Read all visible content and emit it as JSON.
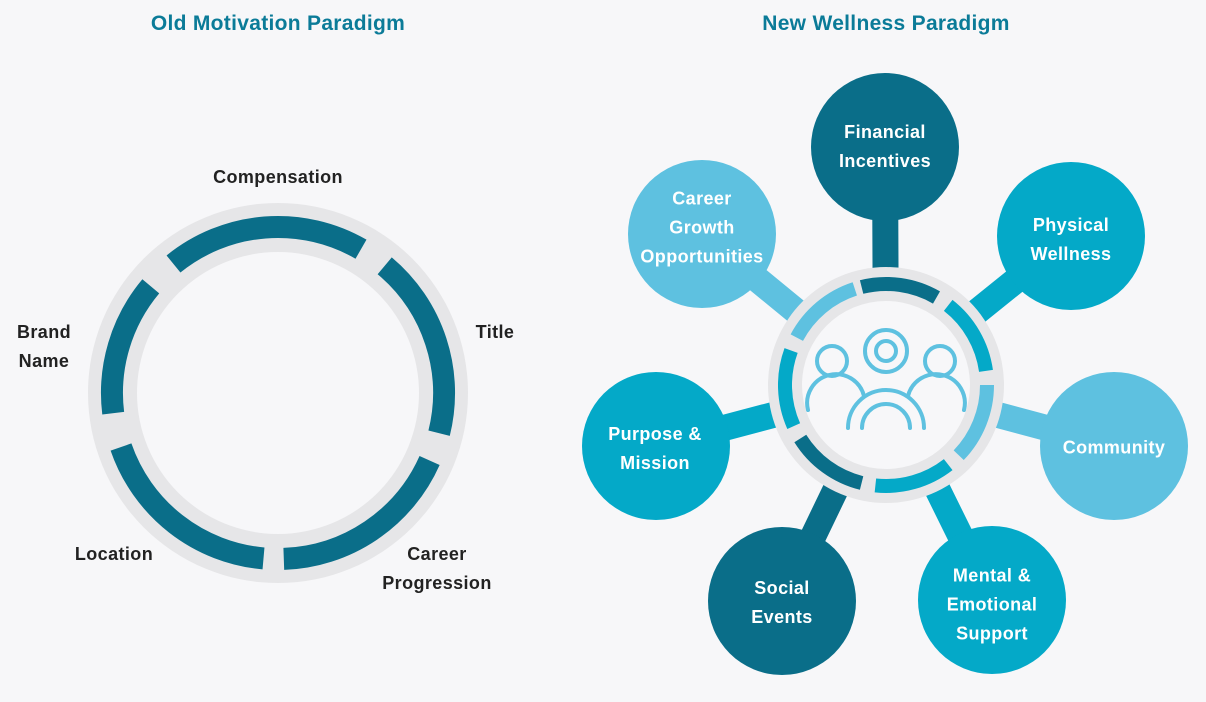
{
  "old_paradigm": {
    "title": "Old Motivation Paradigm",
    "labels": {
      "compensation": [
        "Compensation"
      ],
      "title": [
        "Title"
      ],
      "career_progression": [
        "Career",
        "Progression"
      ],
      "location": [
        "Location"
      ],
      "brand_name": [
        "Brand",
        "Name"
      ]
    }
  },
  "new_paradigm": {
    "title": "New Wellness Paradigm",
    "center_icon": "people-group-icon",
    "nodes": [
      {
        "key": "financial",
        "lines": [
          "Financial",
          "Incentives"
        ],
        "color": "#0a6e89"
      },
      {
        "key": "physical",
        "lines": [
          "Physical",
          "Wellness"
        ],
        "color": "#04a9c8"
      },
      {
        "key": "community",
        "lines": [
          "Community"
        ],
        "color": "#5ec1e0"
      },
      {
        "key": "mental",
        "lines": [
          "Mental &",
          "Emotional",
          "Support"
        ],
        "color": "#04a9c8"
      },
      {
        "key": "social",
        "lines": [
          "Social",
          "Events"
        ],
        "color": "#0a6e89"
      },
      {
        "key": "purpose",
        "lines": [
          "Purpose &",
          "Mission"
        ],
        "color": "#04a9c8"
      },
      {
        "key": "career",
        "lines": [
          "Career",
          "Growth",
          "Opportunities"
        ],
        "color": "#5ec1e0"
      }
    ]
  },
  "colors": {
    "dark_teal": "#0a6e89",
    "medium_teal": "#04a9c8",
    "light_blue": "#5ec1e0",
    "ring_gray": "#e6e6e8",
    "title_teal": "#0b7b98"
  }
}
